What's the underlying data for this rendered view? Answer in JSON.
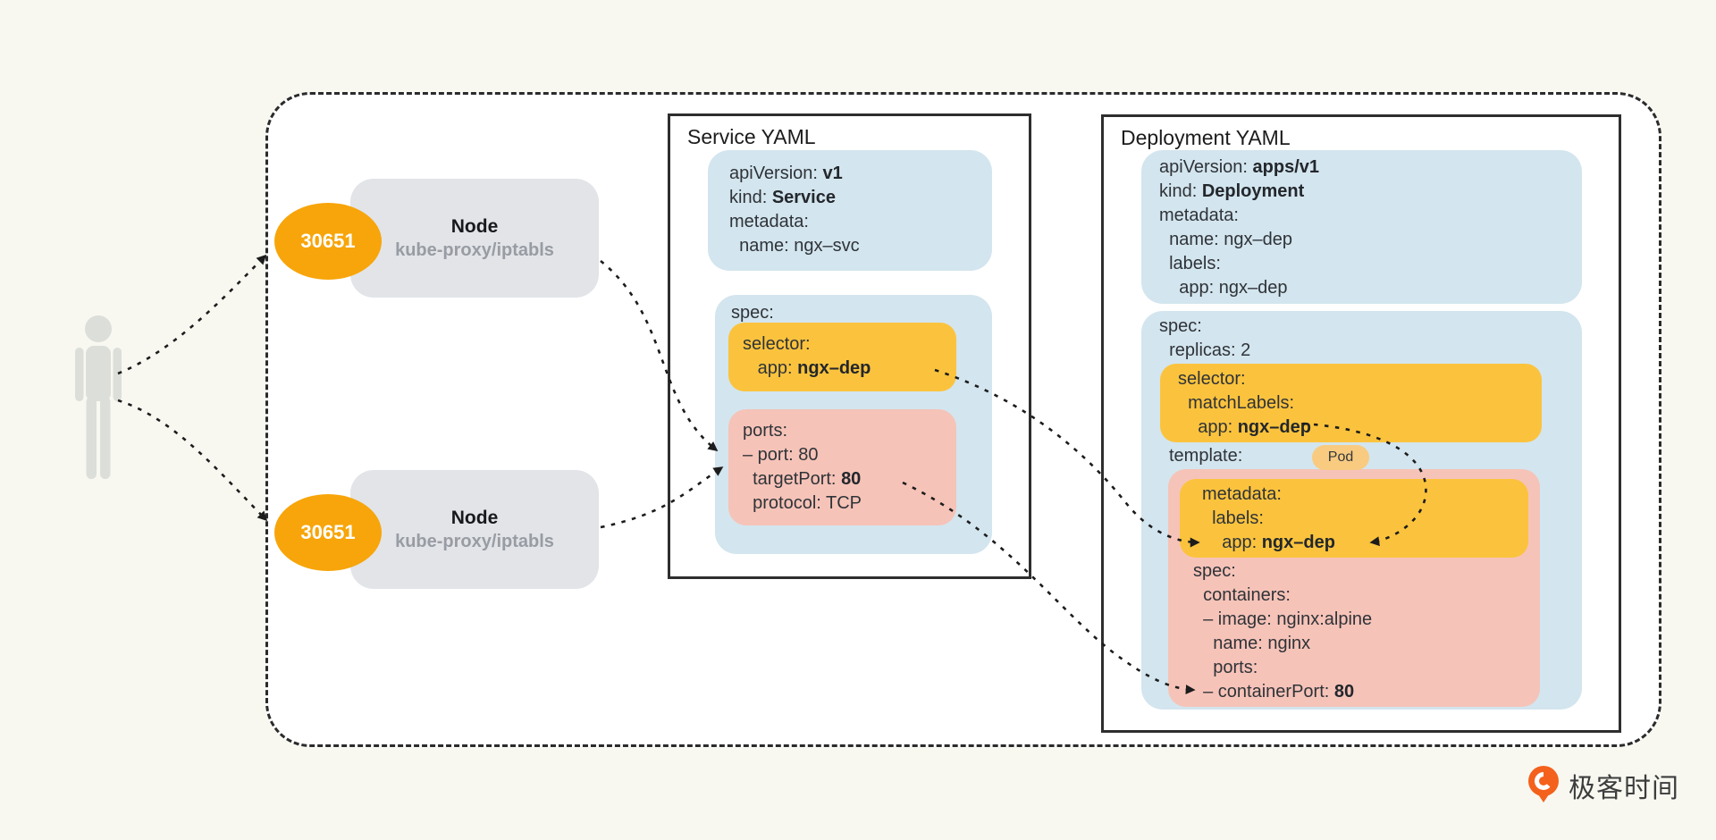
{
  "palette": {
    "background": "#F8F8F1",
    "yaml_blue": "#D3E5EE",
    "yaml_orange": "#FBC33D",
    "yaml_pink": "#F6C3B8",
    "node_gray": "#E2E4E8",
    "port_orange": "#F7A50A",
    "pod_pill": "#F8CB80",
    "brand_orange": "#F4611C"
  },
  "nodes": [
    {
      "port_label": "30651",
      "title": "Node",
      "subtitle": "kube-proxy/iptabls"
    },
    {
      "port_label": "30651",
      "title": "Node",
      "subtitle": "kube-proxy/iptabls"
    }
  ],
  "service": {
    "title": "Service YAML",
    "meta": [
      {
        "pre": "apiVersion: ",
        "bold": "v1"
      },
      {
        "pre": "kind: ",
        "bold": "Service"
      },
      {
        "pre": "metadata:",
        "bold": ""
      },
      {
        "pre": "  name: ngx–svc",
        "bold": ""
      }
    ],
    "spec_label": "spec:",
    "selector": [
      {
        "pre": "selector:",
        "bold": ""
      },
      {
        "pre": "   app: ",
        "bold": "ngx–dep"
      }
    ],
    "ports": [
      {
        "pre": "ports:",
        "bold": ""
      },
      {
        "pre": "– port: 80",
        "bold": ""
      },
      {
        "pre": "  targetPort: ",
        "bold": "80"
      },
      {
        "pre": "  protocol: TCP",
        "bold": ""
      }
    ]
  },
  "deployment": {
    "title": "Deployment YAML",
    "meta": [
      {
        "pre": "apiVersion: ",
        "bold": "apps/v1"
      },
      {
        "pre": "kind: ",
        "bold": "Deployment"
      },
      {
        "pre": "metadata:",
        "bold": ""
      },
      {
        "pre": "  name: ngx–dep",
        "bold": ""
      },
      {
        "pre": "  labels:",
        "bold": ""
      },
      {
        "pre": "    app: ngx–dep",
        "bold": ""
      }
    ],
    "spec_lines": [
      {
        "pre": "spec:",
        "bold": ""
      },
      {
        "pre": "  replicas: 2",
        "bold": ""
      }
    ],
    "selector": [
      {
        "pre": "selector:",
        "bold": ""
      },
      {
        "pre": "  matchLabels:",
        "bold": ""
      },
      {
        "pre": "    app: ",
        "bold": "ngx–dep"
      }
    ],
    "template_label": "template:",
    "pod_tag": "Pod",
    "pod_metadata": [
      {
        "pre": "metadata:",
        "bold": ""
      },
      {
        "pre": "  labels:",
        "bold": ""
      },
      {
        "pre": "    app: ",
        "bold": "ngx–dep"
      }
    ],
    "pod_spec": [
      {
        "pre": "spec:",
        "bold": ""
      },
      {
        "pre": "  containers:",
        "bold": ""
      },
      {
        "pre": "  – image: nginx:alpine",
        "bold": ""
      },
      {
        "pre": "    name: nginx",
        "bold": ""
      },
      {
        "pre": "    ports:",
        "bold": ""
      },
      {
        "pre": "  – containerPort: ",
        "bold": "80"
      }
    ]
  },
  "brand": {
    "text": "极客时间"
  }
}
